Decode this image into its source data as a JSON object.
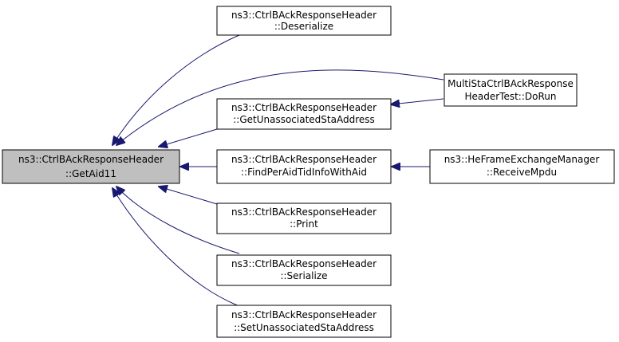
{
  "colors": {
    "edge": "#191970",
    "node_border": "#000000",
    "node_fill": "#ffffff",
    "focus_fill": "#bfbfbf",
    "text": "#000000"
  },
  "nodes": {
    "focus": {
      "line1": "ns3::CtrlBAckResponseHeader",
      "line2": "::GetAid11"
    },
    "deserialize": {
      "line1": "ns3::CtrlBAckResponseHeader",
      "line2": "::Deserialize"
    },
    "get_unassociated": {
      "line1": "ns3::CtrlBAckResponseHeader",
      "line2": "::GetUnassociatedStaAddress"
    },
    "find_per_aid": {
      "line1": "ns3::CtrlBAckResponseHeader",
      "line2": "::FindPerAidTidInfoWithAid"
    },
    "print": {
      "line1": "ns3::CtrlBAckResponseHeader",
      "line2": "::Print"
    },
    "serialize": {
      "line1": "ns3::CtrlBAckResponseHeader",
      "line2": "::Serialize"
    },
    "set_unassociated": {
      "line1": "ns3::CtrlBAckResponseHeader",
      "line2": "::SetUnassociatedStaAddress"
    },
    "multista_test": {
      "line1": "MultiStaCtrlBAckResponse",
      "line2": "HeaderTest::DoRun"
    },
    "he_frame": {
      "line1": "ns3::HeFrameExchangeManager",
      "line2": "::ReceiveMpdu"
    }
  }
}
